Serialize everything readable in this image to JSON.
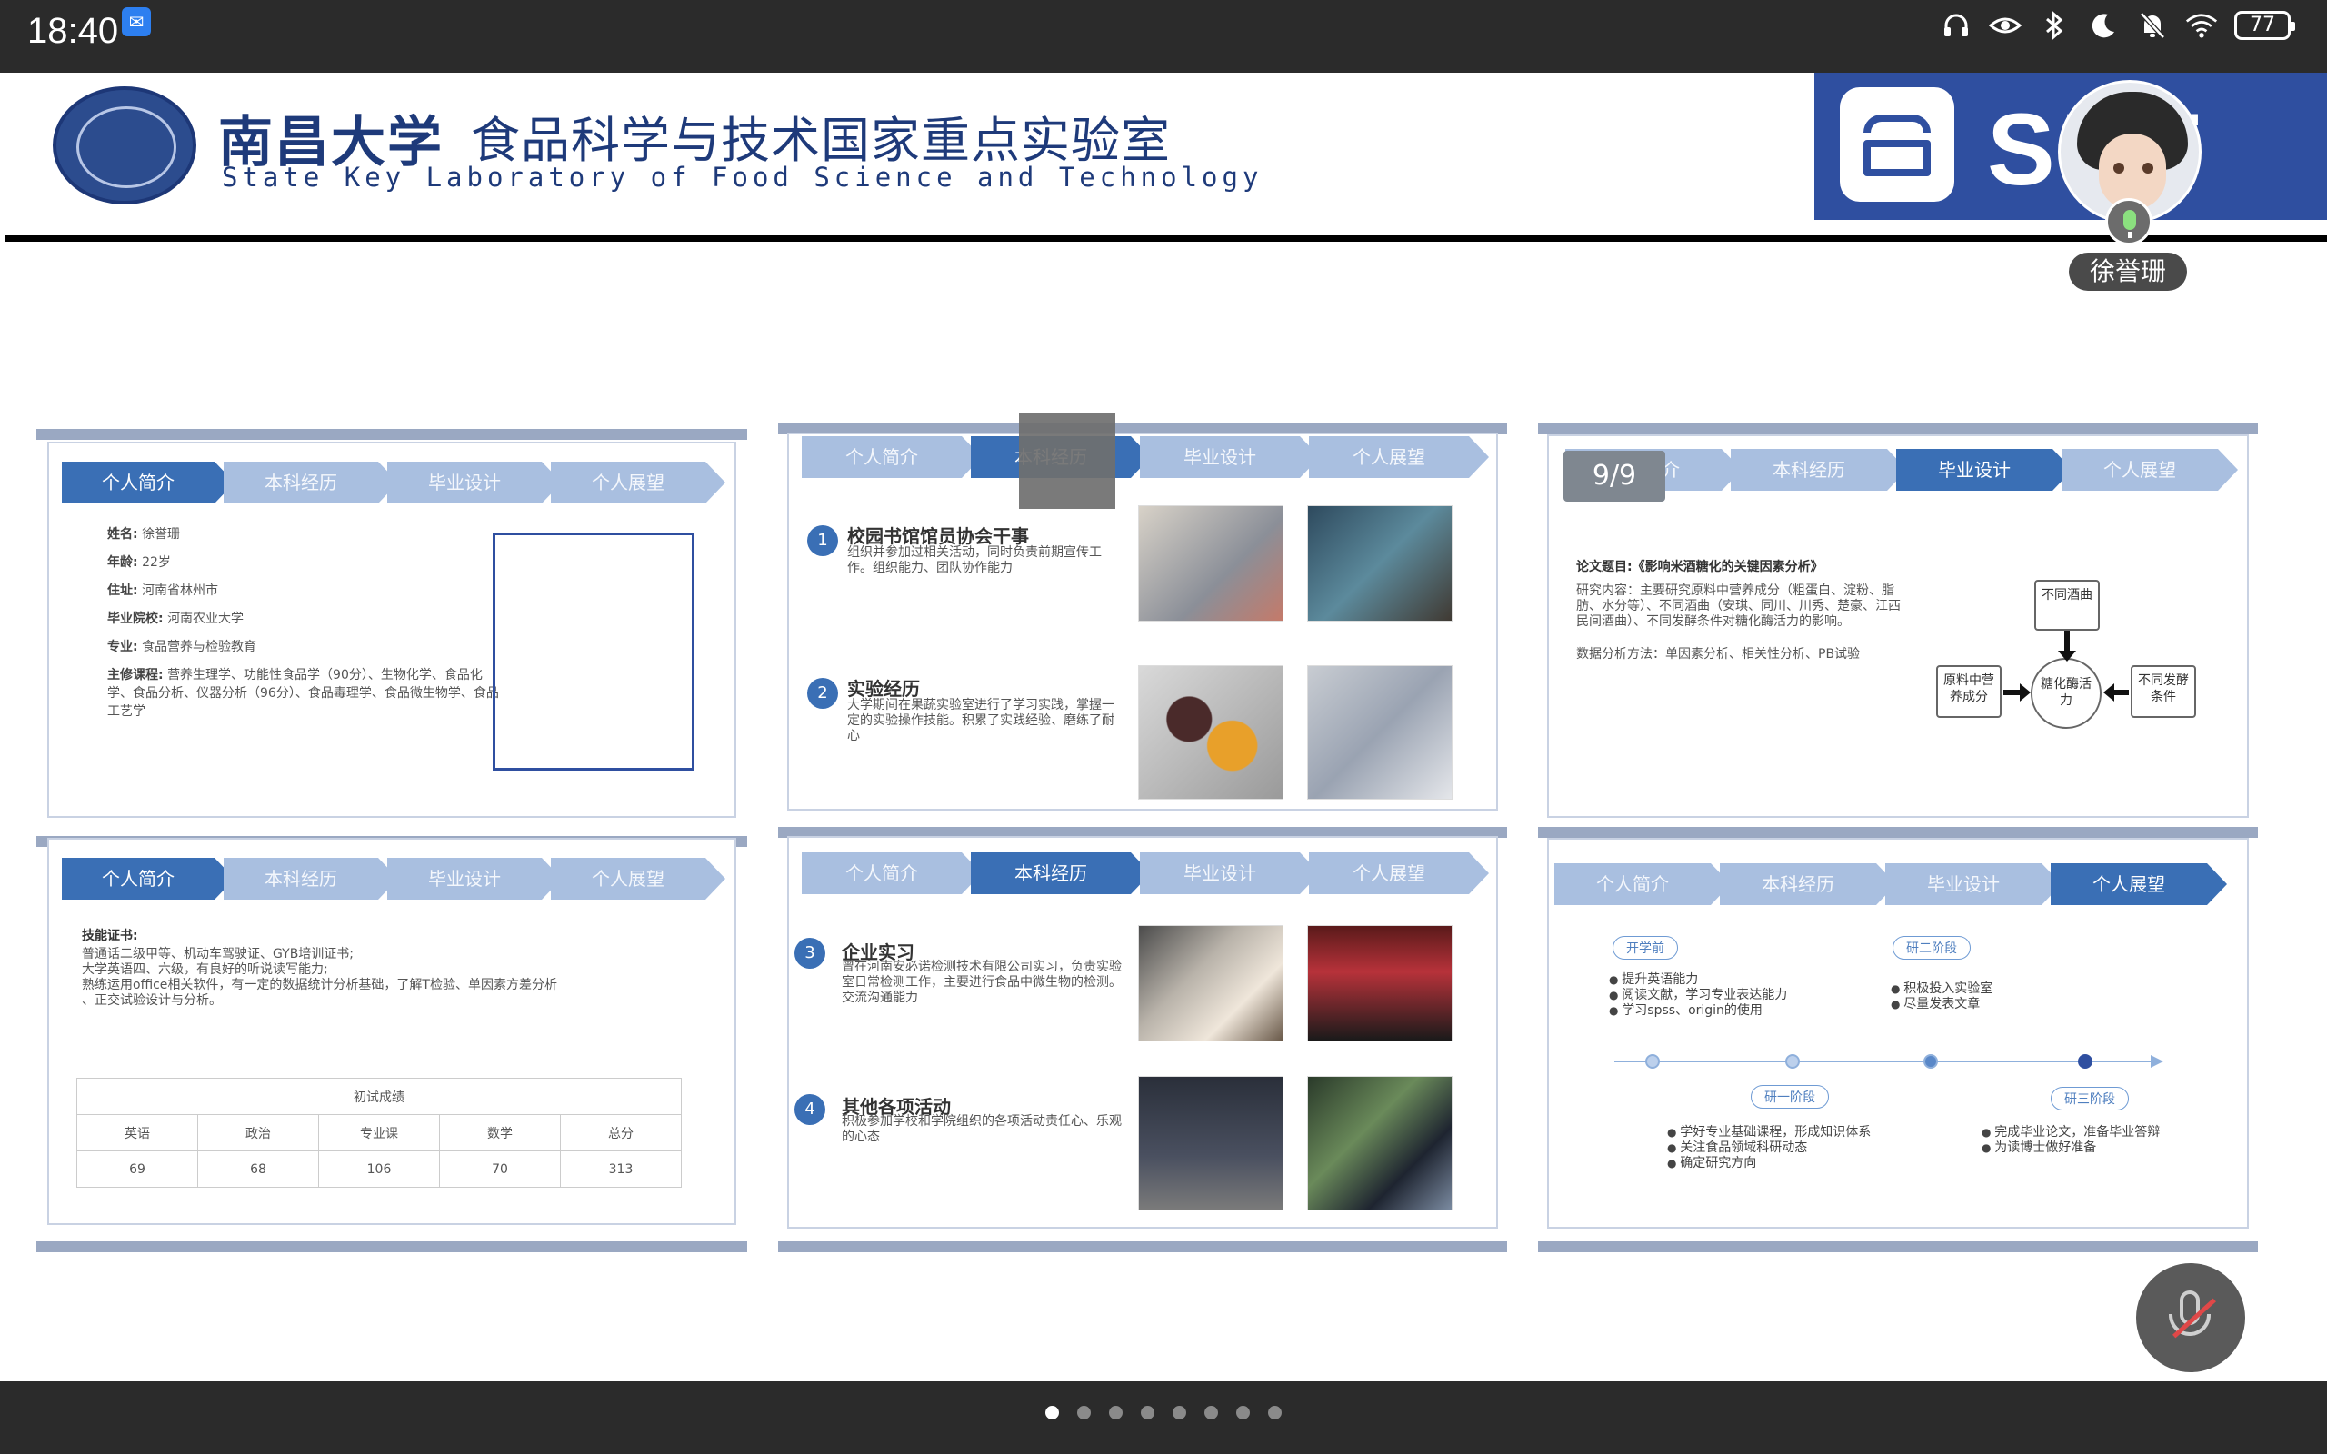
{
  "status_bar": {
    "time": "18:40",
    "battery": "77",
    "icons": [
      "headphones-icon",
      "eye-icon",
      "bluetooth-icon",
      "moon-icon",
      "bell-off-icon",
      "wifi-icon"
    ]
  },
  "header": {
    "university_name": "南昌大学",
    "lab_name_cn": "食品科学与技术国家重点实验室",
    "lab_name_en": "State Key Laboratory of Food Science and Technology",
    "logo_text": "SKF"
  },
  "participant": {
    "name": "徐誉珊"
  },
  "tabs_labels": [
    "个人简介",
    "本科经历",
    "毕业设计",
    "个人展望"
  ],
  "slides": {
    "intro": {
      "fields": [
        {
          "label": "姓名:",
          "value": "徐誉珊"
        },
        {
          "label": "年龄:",
          "value": "22岁"
        },
        {
          "label": "住址:",
          "value": "河南省林州市"
        },
        {
          "label": "毕业院校:",
          "value": "河南农业大学"
        },
        {
          "label": "专业:",
          "value": "食品营养与检验教育"
        },
        {
          "label": "主修课程:",
          "value": "营养生理学、功能性食品学（90分）、生物化学、食品化学、食品分析、仪器分析（96分）、食品毒理学、食品微生物学、食品工艺学"
        }
      ]
    },
    "experience1": {
      "items": [
        {
          "num": "1",
          "title": "校园书馆馆员协会干事",
          "desc": "组织并参加过相关活动，同时负责前期宣传工作。组织能力、团队协作能力"
        },
        {
          "num": "2",
          "title": "实验经历",
          "desc": "大学期间在果蔬实验室进行了学习实践，掌握一定的实验操作技能。积累了实践经验、磨练了耐心"
        }
      ]
    },
    "design": {
      "page_badge": "9/9",
      "thesis_title": "论文题目:《影响米酒糖化的关键因素分析》",
      "research": "研究内容：主要研究原料中营养成分（粗蛋白、淀粉、脂肪、水分等）、不同酒曲（安琪、同川、川秀、楚豪、江西民间酒曲）、不同发酵条件对糖化酶活力的影响。",
      "methods": "数据分析方法：单因素分析、相关性分析、PB试验",
      "flow": {
        "top": "不同酒曲",
        "left": "原料中营养成分",
        "center": "糖化酶活力",
        "right": "不同发酵条件"
      }
    },
    "skills": {
      "title": "技能证书:",
      "lines": [
        "普通话二级甲等、机动车驾驶证、GYB培训证书;",
        "大学英语四、六级，有良好的听说读写能力;",
        "熟练运用office相关软件，有一定的数据统计分析基础，了解T检验、单因素方差分析",
        "、正交试验设计与分析。"
      ],
      "table": {
        "caption": "初试成绩",
        "headers": [
          "英语",
          "政治",
          "专业课",
          "数学",
          "总分"
        ],
        "values": [
          "69",
          "68",
          "106",
          "70",
          "313"
        ]
      }
    },
    "experience2": {
      "items": [
        {
          "num": "3",
          "title": "企业实习",
          "desc": "曾在河南安必诺检测技术有限公司实习，负责实验室日常检测工作，主要进行食品中微生物的检测。交流沟通能力"
        },
        {
          "num": "4",
          "title": "其他各项活动",
          "desc": "积极参加学校和学院组织的各项活动责任心、乐观的心态"
        }
      ]
    },
    "outlook": {
      "stages": [
        {
          "label": "开学前",
          "bullets": [
            "提升英语能力",
            "阅读文献，学习专业表达能力",
            "学习spss、origin的使用"
          ]
        },
        {
          "label": "研二阶段",
          "bullets": [
            "积极投入实验室",
            "尽量发表文章"
          ]
        },
        {
          "label": "研一阶段",
          "bullets": [
            "学好专业基础课程，形成知识体系",
            "关注食品领域科研动态",
            "确定研究方向"
          ]
        },
        {
          "label": "研三阶段",
          "bullets": [
            "完成毕业论文，准备毕业答辩",
            "为读博士做好准备"
          ]
        }
      ]
    }
  },
  "pagination": {
    "count": 8,
    "active": 0
  },
  "colors": {
    "accent": "#3a6fb5",
    "tab_inactive": "#a9bfe0",
    "status_bg": "#2b2b2b"
  }
}
